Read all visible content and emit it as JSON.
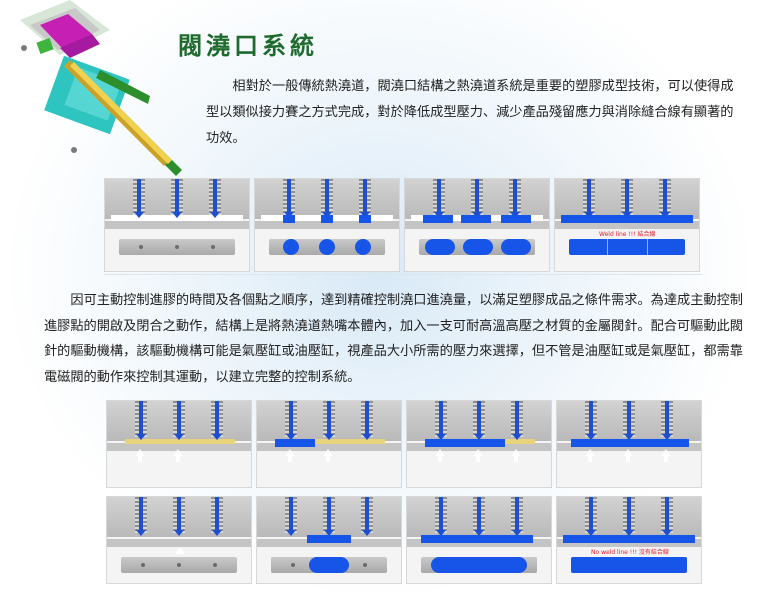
{
  "title": "閥澆口系統",
  "intro": "相對於一般傳統熱澆道，閥澆口結構之熱澆道系統是重要的塑膠成型技術，可以使得成型以類似接力賽之方式完成，對於降低成型壓力、減少產品殘留應力與消除縫合線有顯著的功效。",
  "paragraph": "因可主動控制進膠的時間及各個點之順序，達到精確控制澆口進澆量，以滿足塑膠成品之條件需求。為達成主動控制進膠點的開啟及閉合之動作，結構上是將熱澆道熱嘴本體內，加入一支可耐高溫高壓之材質的金屬閥針。配合可驅動此閥針的驅動機構，該驅動機構可能是氣壓缸或油壓缸，視產品大小所需的壓力來選擇，但不管是油壓缸或是氣壓缸，都需靠電磁閥的動作來控制其運動，以建立完整的控制系統。",
  "labels": {
    "weld_line": "Weld line !!!  結合線",
    "no_weld_line": "No weld line !!!  沒有結合線"
  },
  "colors": {
    "title": "#1f6b2e",
    "melt": "#1655e8",
    "mold": "#c4c4c4",
    "warning": "#e0202a"
  },
  "icons": {
    "hero": "hot-runner-valve-gate-illustration",
    "arrow": "up-arrow-icon"
  }
}
